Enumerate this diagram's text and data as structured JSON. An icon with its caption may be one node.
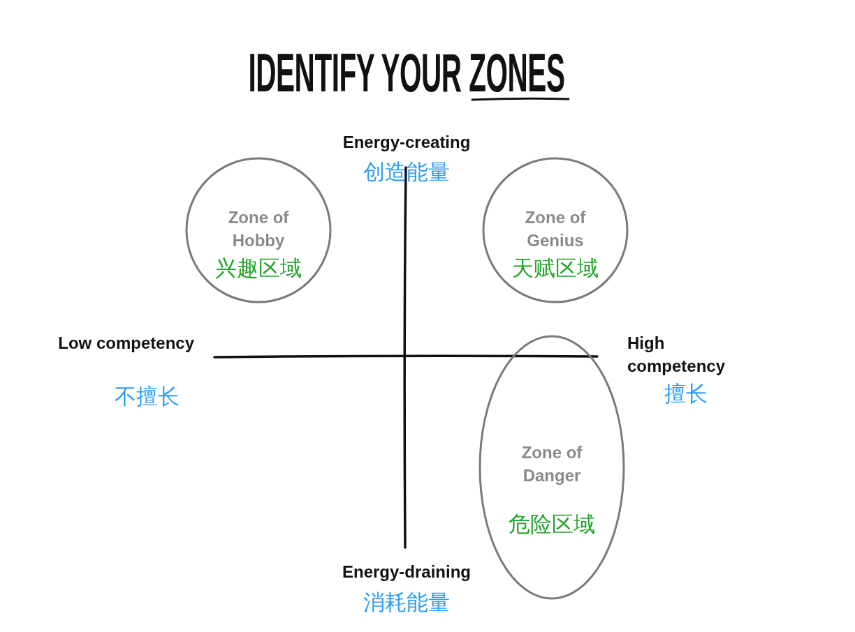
{
  "diagram": {
    "title": "IDENTIFY YOUR ZONES",
    "nodes": [
      {
        "text": [
          "Zone of Hobby",
          "兴趣区域"
        ]
      },
      {
        "text": [
          "Zone of Genius",
          "天赋区域"
        ]
      },
      {
        "text": [
          "Zone of Danger",
          "危险区域"
        ]
      }
    ],
    "labels": [
      "Energy-creating",
      "创造能量",
      "Low competency",
      "不擅长",
      "High competency",
      "擅长",
      "Energy-draining",
      "消耗能量"
    ]
  }
}
